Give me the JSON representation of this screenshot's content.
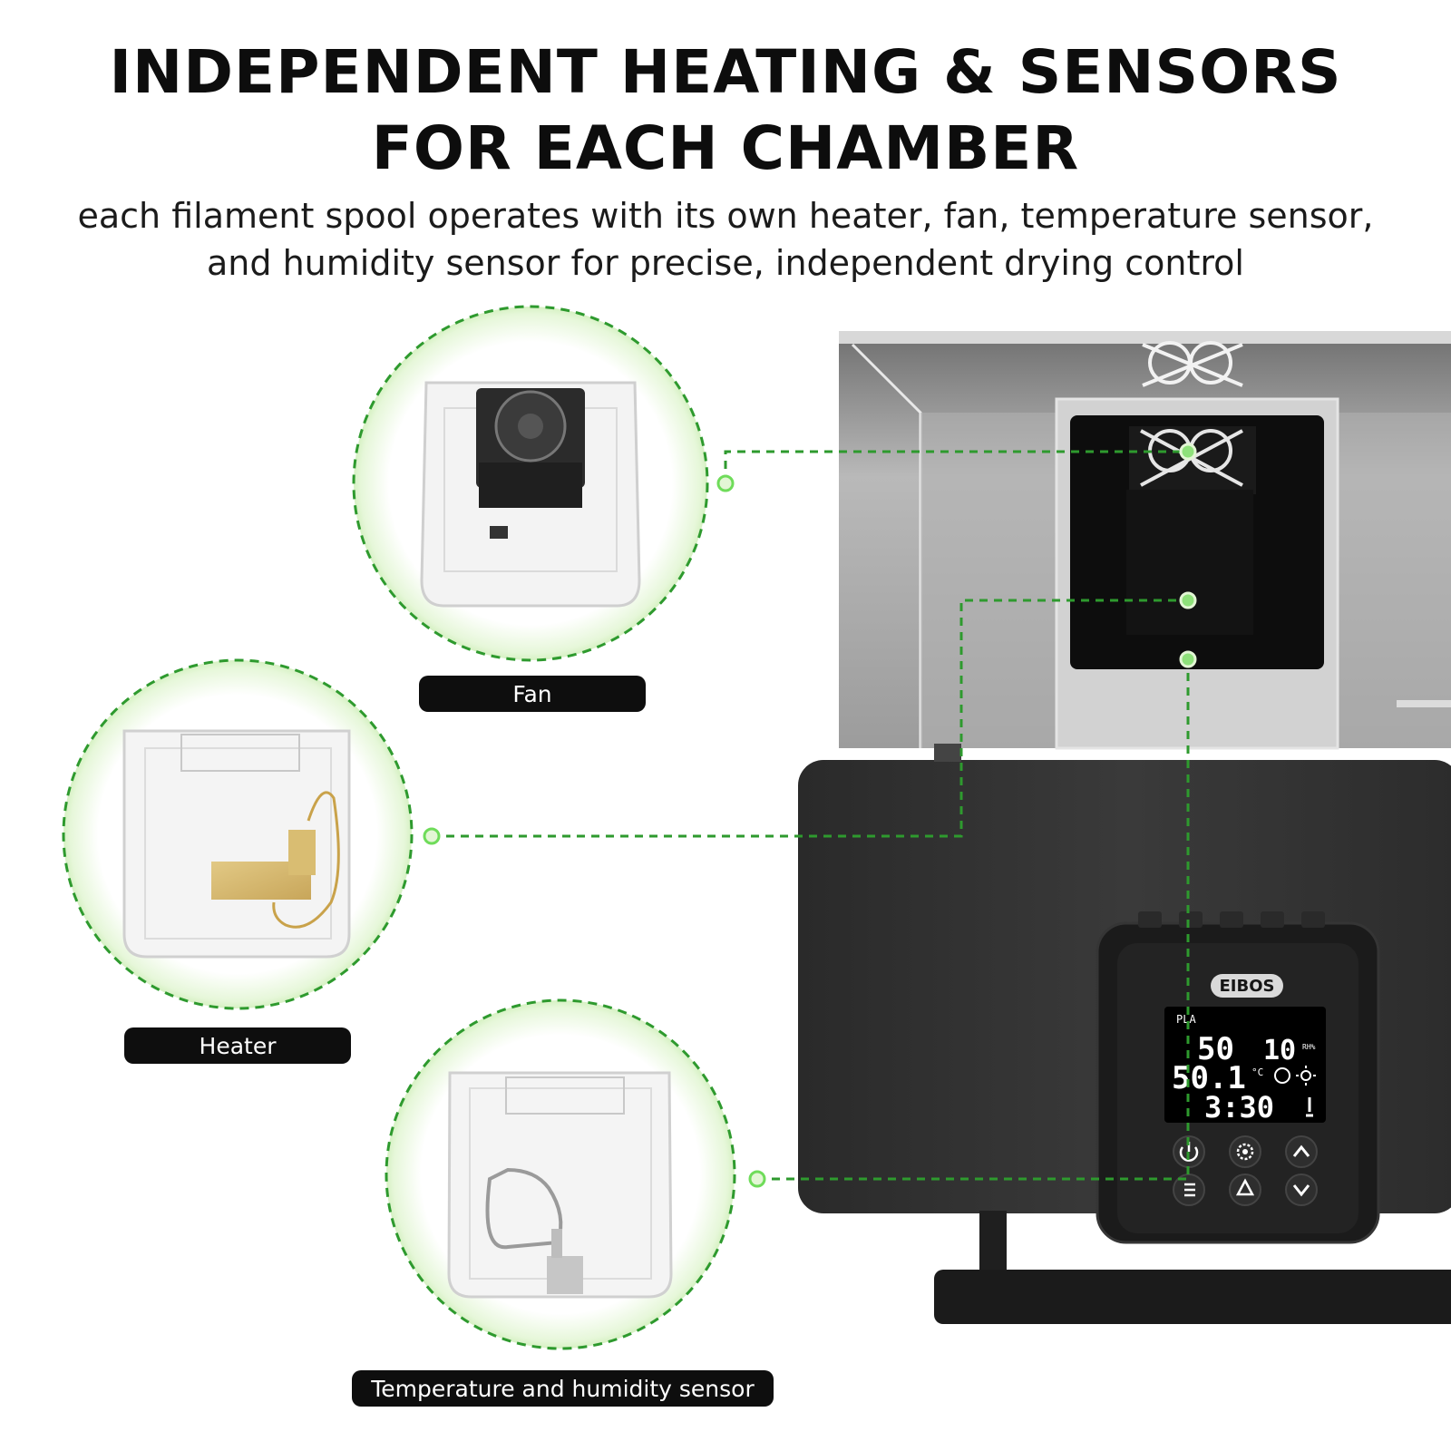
{
  "headline": {
    "line1": "INDEPENDENT HEATING & SENSORS",
    "line2": "FOR EACH CHAMBER"
  },
  "subheadline": {
    "line1": "each filament spool operates with its own heater, fan, temperature sensor,",
    "line2": "and humidity sensor for precise, independent drying control"
  },
  "components": {
    "fan": {
      "label": "Fan",
      "icon": "fan-module-icon"
    },
    "heater": {
      "label": "Heater",
      "icon": "heater-module-icon"
    },
    "sensor": {
      "label": "Temperature and humidity sensor",
      "icon": "sensor-module-icon"
    }
  },
  "device": {
    "brand": "EIBOS",
    "display": {
      "material": "PLA",
      "target_temp": "50",
      "humidity": "10",
      "humidity_unit": "RH%",
      "current_temp": "50.1",
      "temp_unit": "°C",
      "timer": "3:30"
    },
    "buttons": [
      "power-button",
      "settings-button",
      "up-button",
      "menu-button",
      "recycle-button",
      "down-button"
    ]
  },
  "colors": {
    "connector_green": "#2e9a2e",
    "circle_glow": "#e3f6d5",
    "dot_green": "#6fdc5a",
    "label_bg": "#0e0e0e"
  }
}
